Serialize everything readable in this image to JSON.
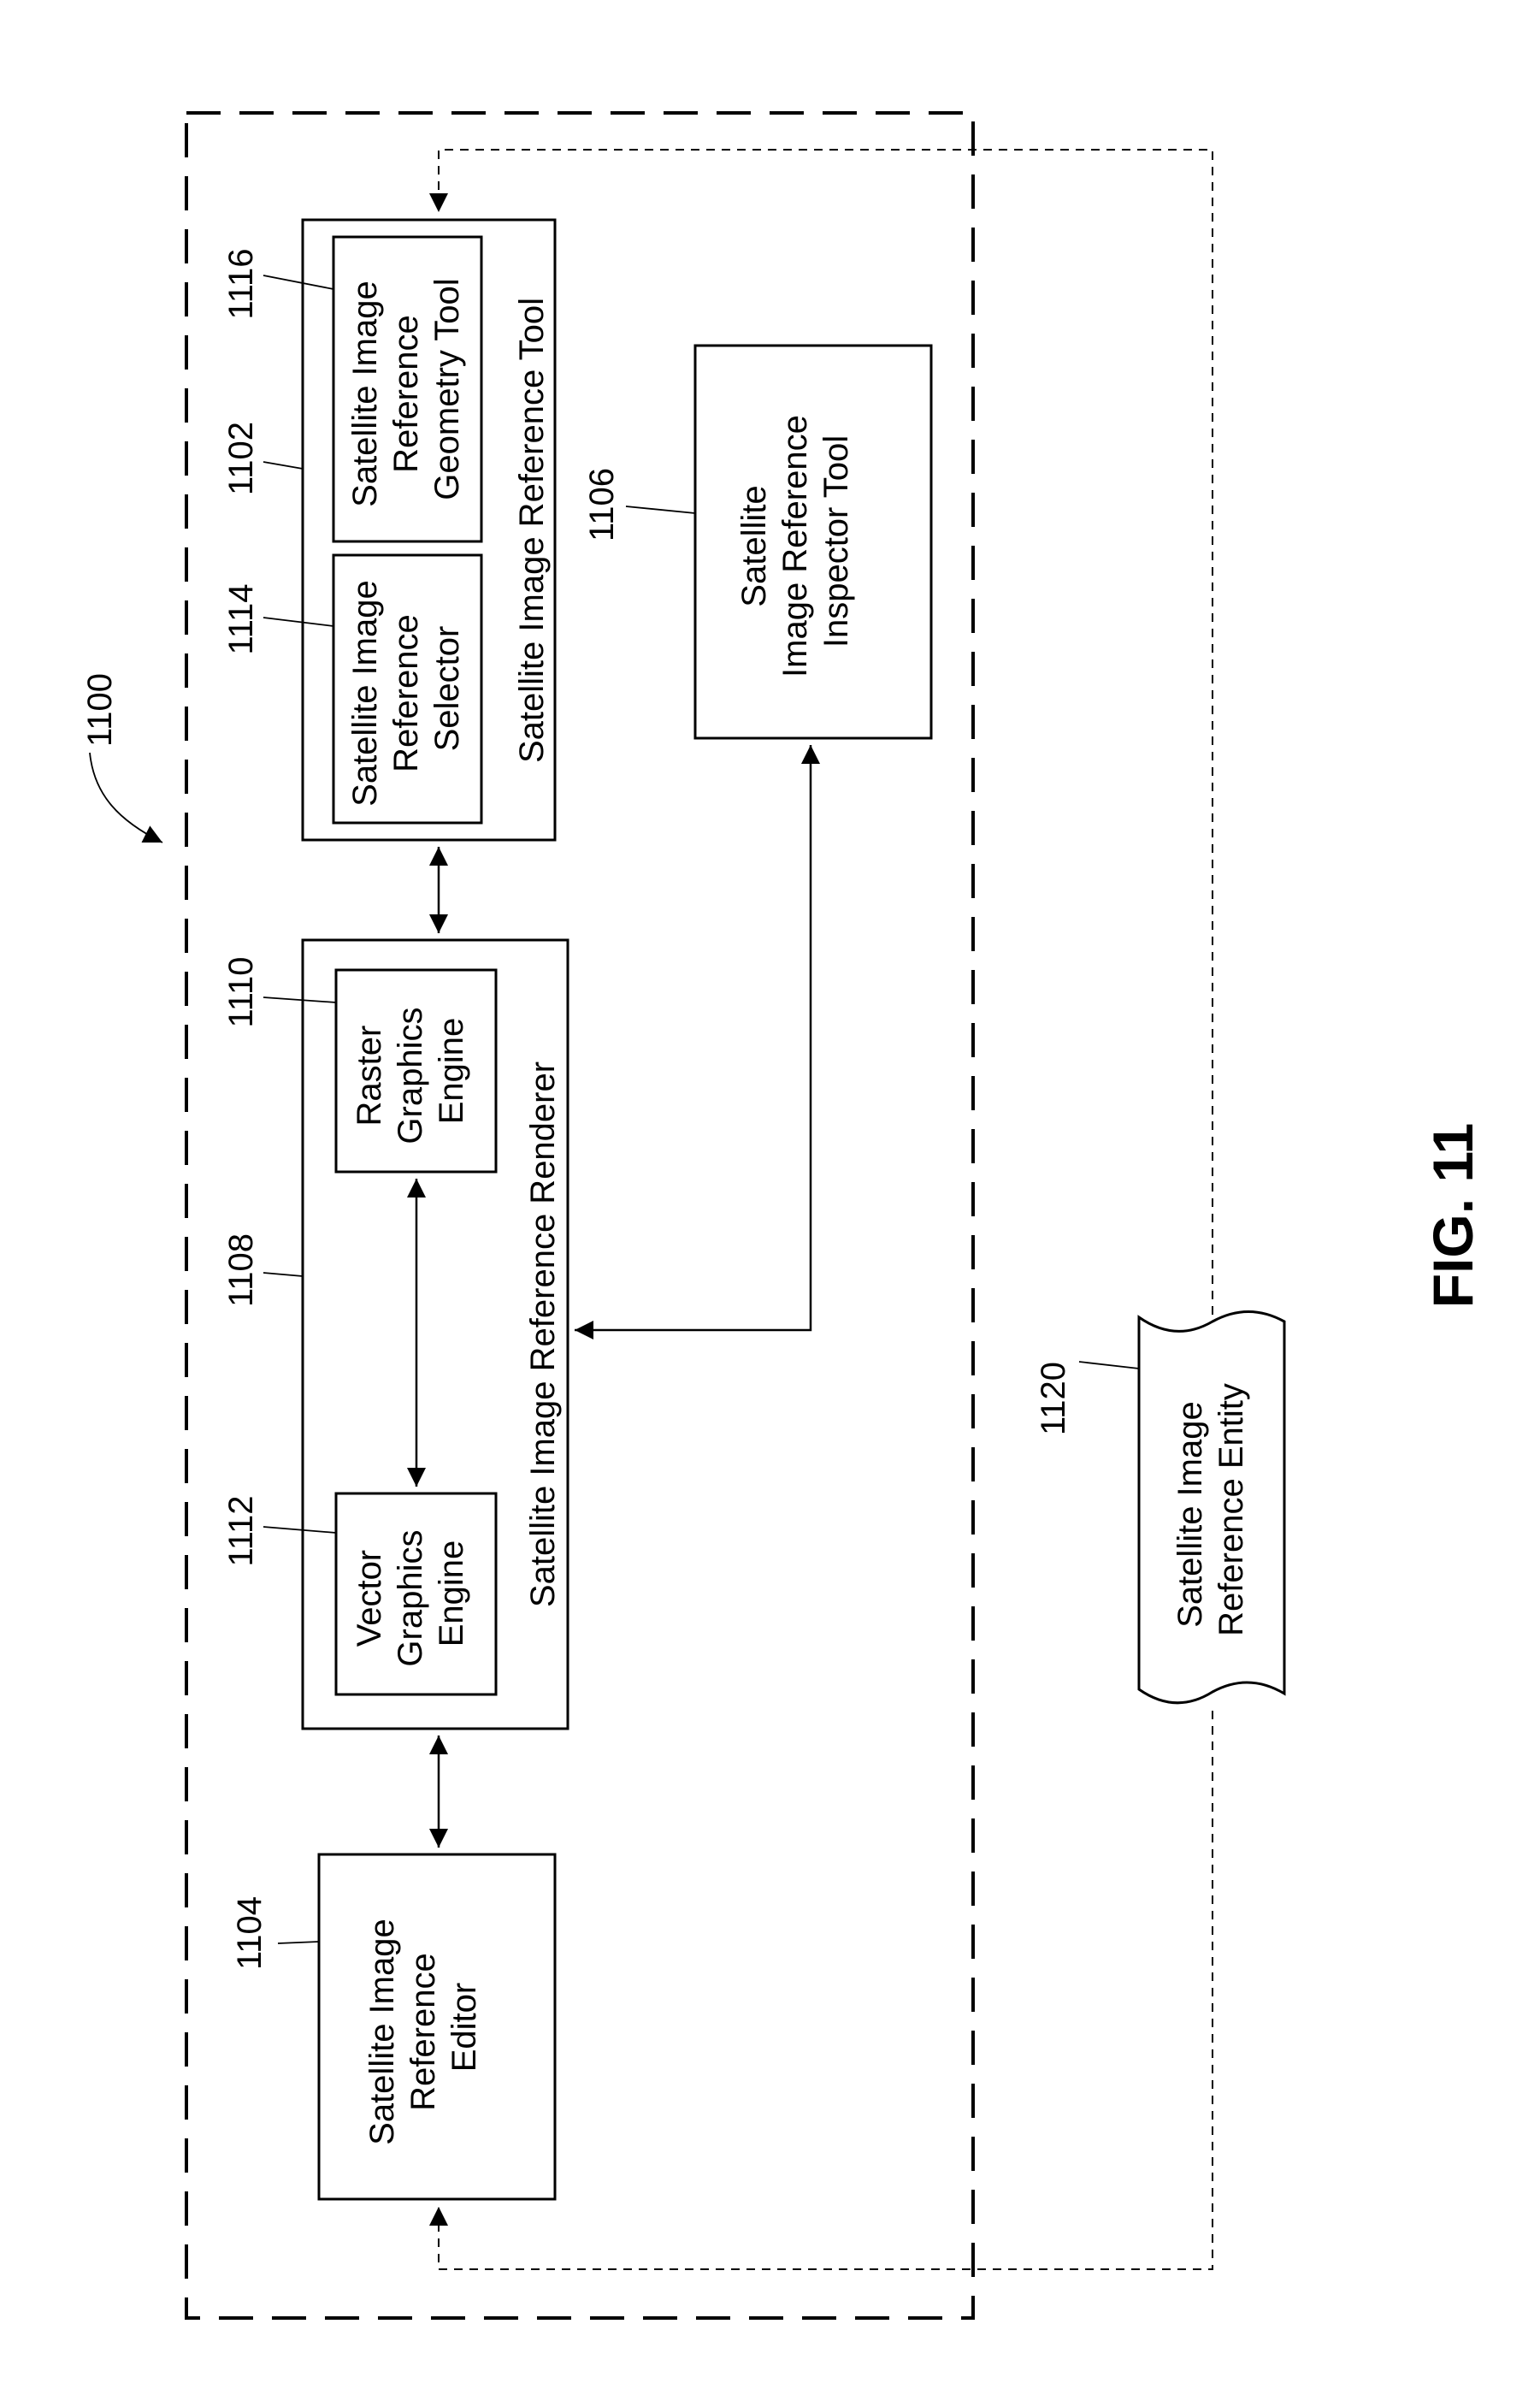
{
  "figure": {
    "caption": "FIG. 11",
    "system_ref": "1100"
  },
  "components": {
    "tool": {
      "ref": "1102",
      "label": "Satellite Image Reference Tool"
    },
    "selector": {
      "ref": "1114",
      "lines": [
        "Satellite Image",
        "Reference",
        "Selector"
      ]
    },
    "geometry_tool": {
      "ref": "1116",
      "lines": [
        "Satellite Image",
        "Reference",
        "Geometry Tool"
      ]
    },
    "inspector": {
      "ref": "1106",
      "lines": [
        "Satellite",
        "Image Reference",
        "Inspector Tool"
      ]
    },
    "renderer": {
      "ref": "1108",
      "label": "Satellite Image Reference Renderer"
    },
    "raster": {
      "ref": "1110",
      "lines": [
        "Raster",
        "Graphics",
        "Engine"
      ]
    },
    "vector": {
      "ref": "1112",
      "lines": [
        "Vector",
        "Graphics",
        "Engine"
      ]
    },
    "editor": {
      "ref": "1104",
      "lines": [
        "Satellite Image",
        "Reference",
        "Editor"
      ]
    },
    "entity": {
      "ref": "1120",
      "lines": [
        "Satellite Image",
        "Reference Entity"
      ]
    }
  },
  "connections": [
    {
      "from": "tool",
      "to": "renderer",
      "type": "bidirectional"
    },
    {
      "from": "renderer",
      "to": "editor",
      "type": "bidirectional"
    },
    {
      "from": "raster",
      "to": "vector",
      "type": "bidirectional"
    },
    {
      "from": "inspector",
      "to": "renderer",
      "type": "bidirectional"
    },
    {
      "from": "entity",
      "to": "tool",
      "type": "dashed-loop"
    },
    {
      "from": "entity",
      "to": "editor",
      "type": "dashed-loop"
    }
  ]
}
